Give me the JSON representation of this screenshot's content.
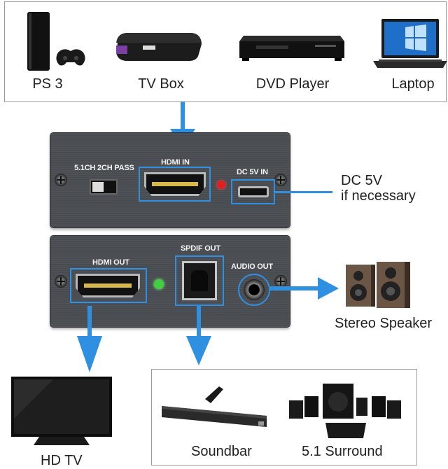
{
  "sources": [
    {
      "label": "PS 3",
      "icon": "ps3-console-icon"
    },
    {
      "label": "TV Box",
      "icon": "tv-box-icon"
    },
    {
      "label": "DVD Player",
      "icon": "dvd-player-icon"
    },
    {
      "label": "Laptop",
      "icon": "laptop-icon"
    }
  ],
  "top_panel": {
    "switch_label": "5.1CH  2CH PASS",
    "hdmi_in_label": "HDMI IN",
    "dc_in_label": "DC 5V IN"
  },
  "bottom_panel": {
    "hdmi_out_label": "HDMI OUT",
    "spdif_out_label": "SPDIF OUT",
    "audio_out_label": "AUDIO OUT"
  },
  "annotations": {
    "dc_line1": "DC 5V",
    "dc_line2": "if necessary",
    "stereo_speaker": "Stereo Speaker",
    "hd_tv": "HD TV",
    "soundbar": "Soundbar",
    "surround": "5.1 Surround"
  },
  "colors": {
    "accent": "#2f8fe0",
    "panel": "#4a4d52",
    "led_red": "#e02020",
    "led_green": "#3fcf3f"
  }
}
